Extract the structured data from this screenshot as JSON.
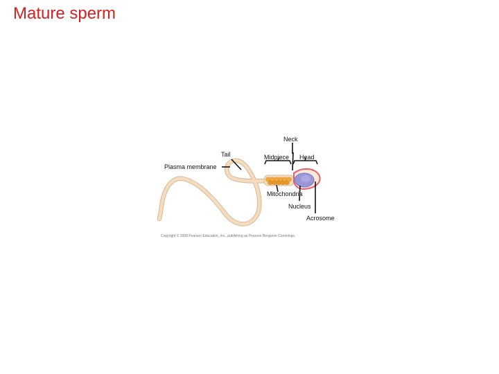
{
  "slide": {
    "title": "Mature sperm"
  },
  "diagram": {
    "labels": {
      "neck": "Neck",
      "tail": "Tail",
      "midpiece": "Midpiece",
      "head": "Head",
      "plasma_membrane": "Plasma membrane",
      "mitochondria": "Mitochondria",
      "nucleus": "Nucleus",
      "acrosome": "Acrosome"
    },
    "copyright": "Copyright © 2008 Pearson Education, Inc., publishing as Pearson Benjamin Cummings."
  },
  "colors": {
    "title": "#d71f1f",
    "tail_fill": "#f3dcc0",
    "tail_outline": "#d9b894",
    "mitochondria": "#f0a93a",
    "nucleus": "#9b96d6",
    "acrosome": "#e2616f"
  }
}
